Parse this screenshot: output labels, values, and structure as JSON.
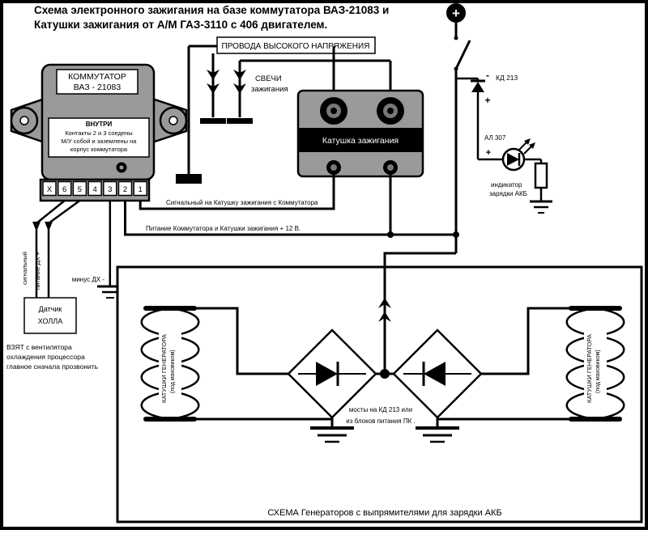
{
  "title": {
    "line1": "Схема электронного зажигания на базе коммутатора ВАЗ-21083 и",
    "line2": "Катушки зажигания от А/М ГАЗ-3110 с 406 двигателем."
  },
  "commutator": {
    "name_line1": "КОММУТАТОР",
    "name_line2": "ВАЗ - 21083",
    "inside_line1": "ВНУТРИ",
    "inside_line2": "Контакты 2 и 3 соедены",
    "inside_line3": "М/У собой и заземлены на",
    "inside_line4": "корпус коммутатора",
    "pins": [
      "Х",
      "6",
      "5",
      "4",
      "3",
      "2",
      "1"
    ]
  },
  "hv": {
    "wires_label": "ПРОВОДА ВЫСОКОГО НАПРЯЖЕНИЯ",
    "plugs_line1": "СВЕЧИ",
    "plugs_line2": "зажигания"
  },
  "coil": {
    "label": "Катушка зажигания"
  },
  "wires": {
    "signal": "Сигнальный на Катушку зажигания с Коммутатора",
    "power": "Питание Коммутатора и Катушки зажигания + 12 В."
  },
  "hall": {
    "wire1": "сигнальный",
    "wire2": "питание ДХ +",
    "wire3": "минус ДХ -",
    "box_line1": "Датчик",
    "box_line2": "ХОЛЛА",
    "note_line1": "ВЗЯТ с вентилятора",
    "note_line2": "охлаждения процессора",
    "note_line3": "главное сначала прозвонить"
  },
  "charging": {
    "battery_plus": "+",
    "minus": "-",
    "diode_label": "КД 213",
    "diode_plus": "+",
    "led_label": "АЛ 307",
    "led_plus": "+",
    "indicator_line1": "индикатор",
    "indicator_line2": "зарядки АКБ"
  },
  "generator": {
    "left_coil_line1": "КАТУШКИ ГЕНЕРАТОРА",
    "left_coil_line2": "(под маховиком)",
    "right_coil_line1": "КАТУШКИ ГЕНЕРАТОРА",
    "right_coil_line2": "(под маховиком)",
    "bridge_note_line1": "мосты на КД 213 или",
    "bridge_note_line2": "из блоков питания ПК .",
    "caption": "СХЕМА Генераторов с выпрямителями для зарядки АКБ"
  }
}
